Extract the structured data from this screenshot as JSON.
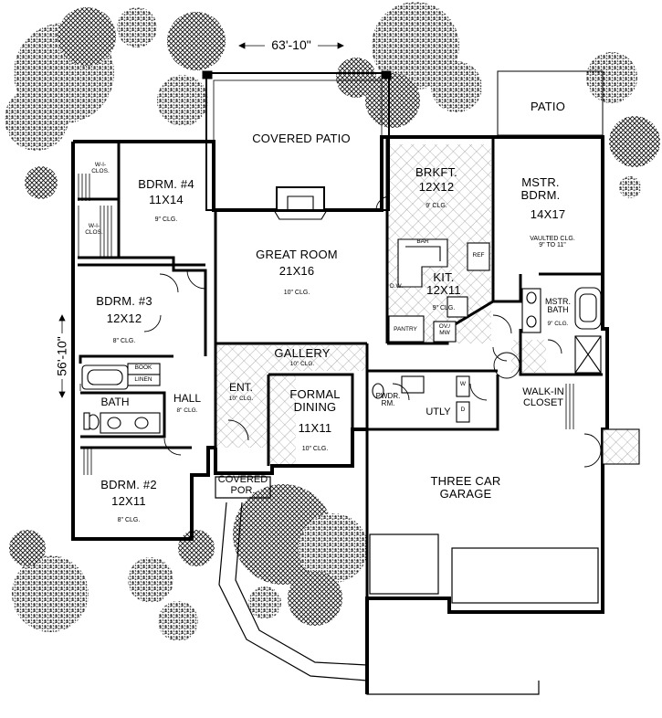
{
  "dimensions": {
    "width": "63'-10\"",
    "depth": "56'-10\""
  },
  "rooms": {
    "covered_patio": {
      "name": "COVERED PATIO"
    },
    "patio": {
      "name": "PATIO"
    },
    "bedroom4": {
      "name": "BDRM. #4",
      "size": "11X14",
      "ceiling": "9\" CLG."
    },
    "wic_top": {
      "name": "W-I-\nCLOS."
    },
    "wic_bottom": {
      "name": "W-I-\nCLOS."
    },
    "breakfast": {
      "name": "BRKFT.",
      "size": "12X12",
      "ceiling": "9' CLG."
    },
    "master_bedroom": {
      "name": "MSTR.\nBDRM.",
      "size": "14X17",
      "ceiling": "VAULTED CLG.\n9\" TO 11\""
    },
    "great_room": {
      "name": "GREAT ROOM",
      "size": "21X16",
      "ceiling": "10\" CLG."
    },
    "bedroom3": {
      "name": "BDRM. #3",
      "size": "12X12",
      "ceiling": "8\" CLG."
    },
    "kitchen": {
      "name": "KIT.",
      "size": "12X11",
      "ceiling": "9\" CLG."
    },
    "bar": {
      "name": "BAR"
    },
    "ref": {
      "name": "REF"
    },
    "dw": {
      "name": "D.W."
    },
    "pantry": {
      "name": "PANTRY"
    },
    "oven_mw": {
      "name": "OV./\nMW"
    },
    "master_bath": {
      "name": "MSTR.\nBATH",
      "ceiling": "9\" CLG."
    },
    "gallery": {
      "name": "GALLERY",
      "ceiling": "10\" CLG."
    },
    "book": {
      "name": "BOOK"
    },
    "linen": {
      "name": "LINEN"
    },
    "bath": {
      "name": "BATH"
    },
    "hall": {
      "name": "HALL",
      "ceiling": "8\" CLG."
    },
    "entry": {
      "name": "ENT.",
      "ceiling": "10\" CLG."
    },
    "formal_dining": {
      "name": "FORMAL\nDINING",
      "size": "11X11",
      "ceiling": "10\" CLG."
    },
    "powder": {
      "name": "PWDR.\nRM."
    },
    "utility": {
      "name": "UTLY"
    },
    "washer": {
      "name": "W"
    },
    "dryer": {
      "name": "D"
    },
    "walkin_closet": {
      "name": "WALK-IN\nCLOSET"
    },
    "bedroom2": {
      "name": "BDRM. #2",
      "size": "12X11",
      "ceiling": "8\" CLG."
    },
    "covered_porch": {
      "name": "COVERED\nPOR."
    },
    "garage": {
      "name": "THREE CAR\nGARAGE"
    }
  }
}
